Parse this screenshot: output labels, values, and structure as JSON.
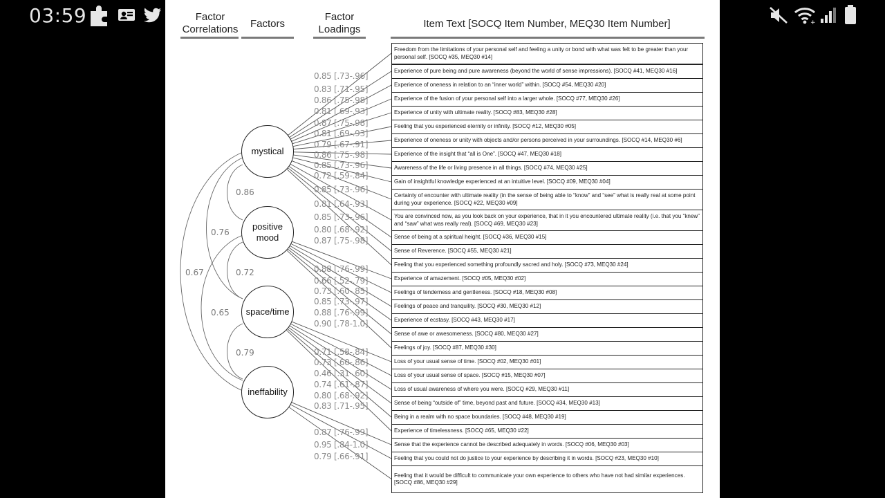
{
  "status_bar": {
    "time": "03:59",
    "left_icons": [
      "puzzle-icon",
      "photo-id-icon",
      "twitter-icon"
    ],
    "right_icons": [
      "mute-icon",
      "wifi-icon",
      "signal-icon",
      "battery-icon"
    ]
  },
  "headers": {
    "correlations": "Factor Correlations",
    "factors": "Factors",
    "loadings": "Factor Loadings",
    "item_text": "Item Text [SOCQ Item Number, MEQ30 Item Number]"
  },
  "factors": [
    "mystical",
    "positive mood",
    "space/time",
    "ineffability"
  ],
  "correlations": [
    {
      "between": [
        "mystical",
        "positive mood"
      ],
      "value": "0.86"
    },
    {
      "between": [
        "mystical",
        "space/time"
      ],
      "value": "0.76"
    },
    {
      "between": [
        "mystical",
        "ineffability"
      ],
      "value": "0.67"
    },
    {
      "between": [
        "positive mood",
        "space/time"
      ],
      "value": "0.72"
    },
    {
      "between": [
        "positive mood",
        "ineffability"
      ],
      "value": "0.65"
    },
    {
      "between": [
        "space/time",
        "ineffability"
      ],
      "value": "0.79"
    }
  ],
  "items": [
    {
      "factor": 0,
      "text": "Freedom from the limitations of your personal self and feeling a unity or bond with what was felt to be greater than your personal self. [SOCQ #35, MEQ30 #14]"
    },
    {
      "factor": 0,
      "text": "Experience of pure being and pure awareness (beyond the world of sense impressions). [SOCQ #41, MEQ30 #16]"
    },
    {
      "factor": 0,
      "text": "Experience of oneness in relation to an “inner world” within. [SOCQ #54, MEQ30 #20]"
    },
    {
      "factor": 0,
      "text": "Experience of the fusion of your personal self into a larger whole. [SOCQ #77, MEQ30 #26]"
    },
    {
      "factor": 0,
      "text": "Experience of unity with ultimate reality. [SOCQ #83, MEQ30 #28]"
    },
    {
      "factor": 0,
      "text": "Feeling that you experienced eternity or infinity. [SOCQ #12, MEQ30 #05]"
    },
    {
      "factor": 0,
      "text": "Experience of oneness or unity with objects and/or persons perceived in your surroundings. [SOCQ #14, MEQ30 #6]"
    },
    {
      "factor": 0,
      "text": "Experience of the insight that “all is One”. [SOCQ #47, MEQ30 #18]"
    },
    {
      "factor": 0,
      "text": "Awareness of the life or living presence in all things. [SOCQ #74, MEQ30 #25]"
    },
    {
      "factor": 0,
      "text": "Gain of insightful knowledge experienced at an intuitive level. [SOCQ #09, MEQ30 #04]"
    },
    {
      "factor": 0,
      "text": "Certainty of encounter with ultimate reality (in the sense of being able to “know” and “see” what is really real at some point during your experience. [SOCQ #22, MEQ30 #09]"
    },
    {
      "factor": 0,
      "text": "You are convinced now, as you look back on your experience, that in it you encountered ultimate reality (i.e. that you “knew” and “saw” what was really real). [SOCQ #69, MEQ30 #23]"
    },
    {
      "factor": 0,
      "text": "Sense of being at a spiritual height. [SOCQ #36, MEQ30 #15]"
    },
    {
      "factor": 0,
      "text": "Sense of Reverence. [SOCQ #55, MEQ30 #21]"
    },
    {
      "factor": 0,
      "text": "Feeling that you experienced something profoundly sacred and holy. [SOCQ #73, MEQ30 #24]"
    },
    {
      "factor": 1,
      "text": "Experience of amazement. [SOCQ #05, MEQ30 #02]"
    },
    {
      "factor": 1,
      "text": "Feelings of tenderness and gentleness. [SOCQ #18, MEQ30 #08]"
    },
    {
      "factor": 1,
      "text": "Feelings of peace and tranquility. [SOCQ #30, MEQ30 #12]"
    },
    {
      "factor": 1,
      "text": "Experience of ecstasy. [SOCQ #43, MEQ30 #17]"
    },
    {
      "factor": 1,
      "text": "Sense of awe or awesomeness. [SOCQ #80, MEQ30 #27]"
    },
    {
      "factor": 1,
      "text": "Feelings of joy. [SOCQ #87, MEQ30 #30]"
    },
    {
      "factor": 2,
      "text": "Loss of your usual sense of time. [SOCQ #02, MEQ30 #01]"
    },
    {
      "factor": 2,
      "text": "Loss of your usual sense of space. [SOCQ #15, MEQ30 #07]"
    },
    {
      "factor": 2,
      "text": "Loss of usual awareness of where you were. [SOCQ #29, MEQ30 #11]"
    },
    {
      "factor": 2,
      "text": "Sense of being “outside of” time, beyond past and future. [SOCQ #34, MEQ30 #13]"
    },
    {
      "factor": 2,
      "text": "Being in a realm with no space boundaries. [SOCQ #48, MEQ30 #19]"
    },
    {
      "factor": 2,
      "text": "Experience of timelessness. [SOCQ #65, MEQ30 #22]"
    },
    {
      "factor": 3,
      "text": "Sense that the experience cannot be described adequately in words. [SOCQ #06, MEQ30 #03]"
    },
    {
      "factor": 3,
      "text": "Feeling that you could not do justice to your experience by describing it in words. [SOCQ #23, MEQ30 #10]"
    },
    {
      "factor": 3,
      "text": "Feeling that it would be difficult to communicate your own experience to others who have not had similar experiences. [SOCQ #86, MEQ30 #29]"
    }
  ],
  "loadings": [
    "0.85 [.73-.96]",
    "0.83 [.71-.95]",
    "0.86 [.75-.98]",
    "0.81 [.69-.93]",
    "0.87 [.75-.98]",
    "0.81 [.69-.93]",
    "0.79 [.67-.91]",
    "0.86 [.75-.98]",
    "0.85 [.73-.96]",
    "0.72 [.59-.84]",
    "0.85 [.73-.96]",
    "0.81 [.64-.93]",
    "0.85 [.73-.96]",
    "0.80 [.68-.92]",
    "0.87 [.75-.98]",
    "0.88 [.76-.99]",
    "0.66 [.52-.79]",
    "0.73 [.60-.85]",
    "0.85 [.73-.97]",
    "0.88 [.76-.99]",
    "0.90 [.78-1.0]",
    "0.71 [.58-.84]",
    "0.73 [.60-.86]",
    "0.46 [.31-.60]",
    "0.74 [.61-.87]",
    "0.80 [.68-.92]",
    "0.83 [.71-.95]",
    "0.87 [.76-.99]",
    "0.95 [.84-1.0]",
    "0.79 [.66-.91]"
  ]
}
